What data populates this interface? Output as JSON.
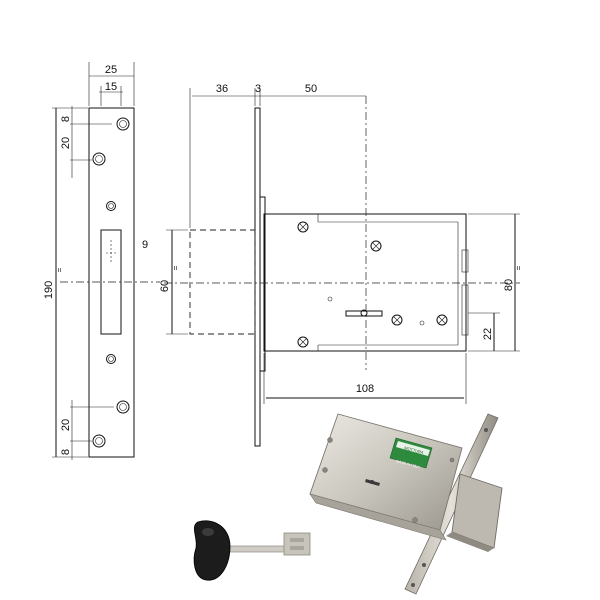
{
  "dimensions": {
    "faceplate_width": "25",
    "faceplate_slot_width": "15",
    "faceplate_height": "190",
    "top_hole_offset": "8",
    "top_hole_spacing": "20",
    "bottom_hole_spacing": "20",
    "bottom_hole_offset": "8",
    "slot_dimension": "9",
    "backset": "36",
    "plate_thickness": "3",
    "case_depth_to_center": "50",
    "bolt_height": "60",
    "case_height": "80",
    "keyhole_offset": "22",
    "case_length": "108"
  },
  "symmetry_mark": "=",
  "photo": {
    "label_brand": "MOTTURA",
    "label_code": "MADE IN ITALY"
  },
  "colors": {
    "line": "#111111",
    "metal_light": "#d9d6cf",
    "metal_dark": "#8e8a82",
    "key_grip": "#1c1c1c",
    "label_green": "#2e8b3e"
  }
}
